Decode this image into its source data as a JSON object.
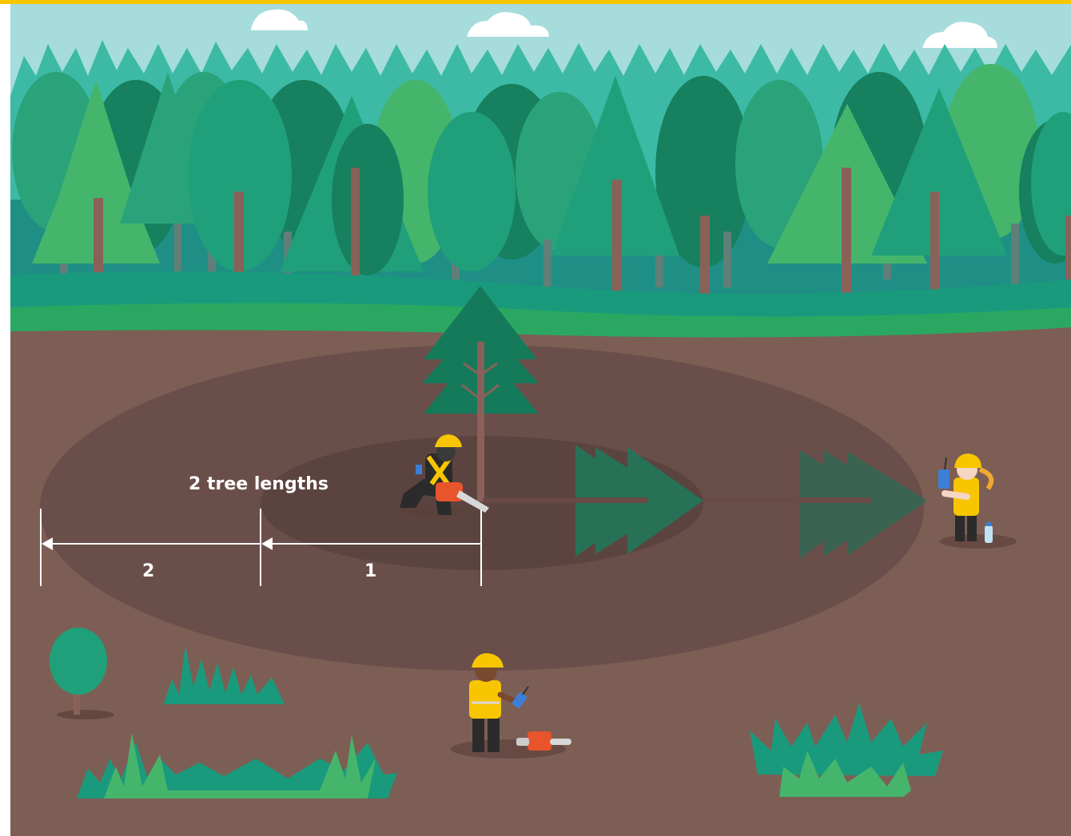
{
  "annotation": {
    "title": "2 tree lengths",
    "segment_far": "2",
    "segment_near": "1"
  },
  "colors": {
    "frame": "#f7c600",
    "sky": "#a6dcdc",
    "ground": "#7d5e55",
    "zone_outer": "#6a4e49",
    "zone_inner": "#5b4440",
    "tree_dark": "#157a5a",
    "tree_mid": "#20a07a",
    "tree_light": "#45b56c",
    "trunk": "#8a6158",
    "hivis": "#f7c600",
    "chainsaw": "#e8542b"
  },
  "icons": [
    "cloud-icon",
    "standing-tree-icon",
    "felled-tree-icon",
    "chainsaw-icon",
    "radio-icon",
    "water-bottle-icon",
    "hard-hat-icon"
  ]
}
